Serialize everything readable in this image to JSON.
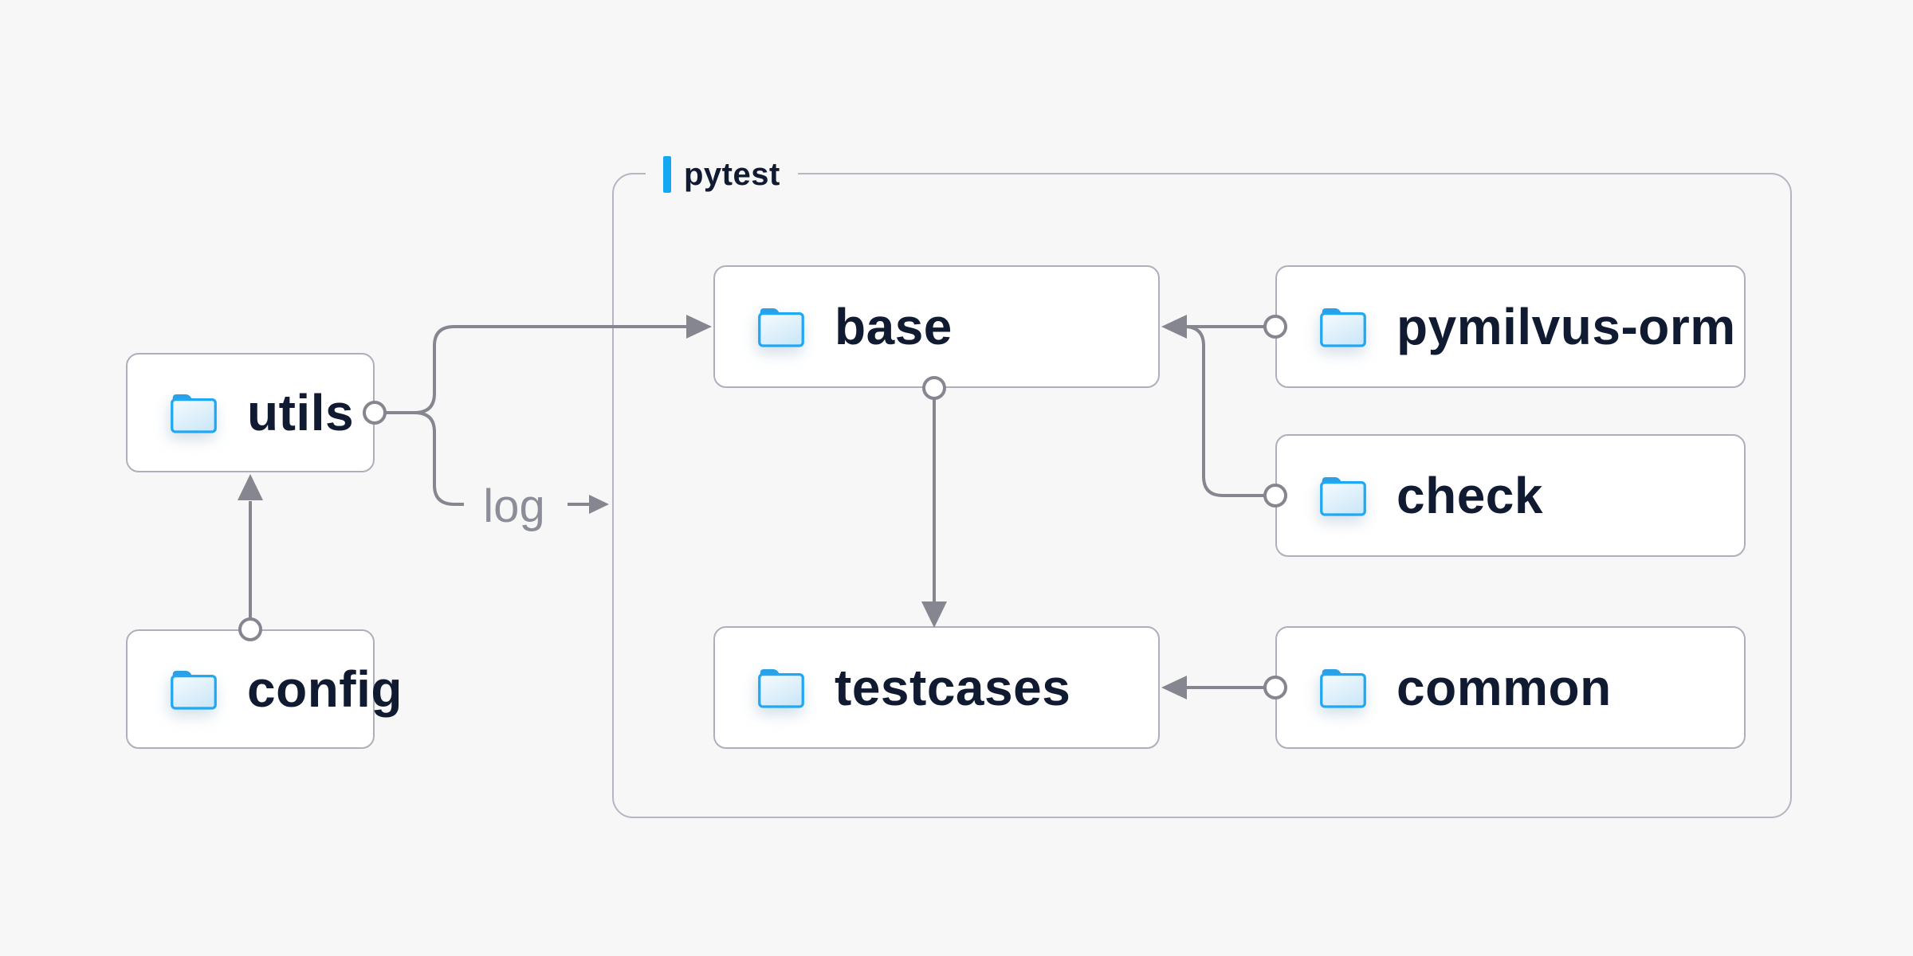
{
  "diagram": {
    "container": {
      "label": "pytest",
      "accent_color": "#14A8F2"
    },
    "edge_label": "log",
    "nodes": [
      {
        "id": "utils",
        "label": "utils",
        "icon": "folder-icon"
      },
      {
        "id": "config",
        "label": "config",
        "icon": "folder-icon"
      },
      {
        "id": "base",
        "label": "base",
        "icon": "folder-icon"
      },
      {
        "id": "pymilvus-orm",
        "label": "pymilvus-orm",
        "icon": "folder-icon"
      },
      {
        "id": "check",
        "label": "check",
        "icon": "folder-icon"
      },
      {
        "id": "testcases",
        "label": "testcases",
        "icon": "folder-icon"
      },
      {
        "id": "common",
        "label": "common",
        "icon": "folder-icon"
      }
    ],
    "edges": [
      {
        "from": "config",
        "to": "utils",
        "style": "arrow"
      },
      {
        "from": "utils",
        "to": "base",
        "style": "arrow"
      },
      {
        "from": "utils",
        "to": "log",
        "style": "labeled-arrow"
      },
      {
        "from": "pymilvus-orm",
        "to": "base",
        "style": "arrow"
      },
      {
        "from": "check",
        "to": "base",
        "style": "arrow"
      },
      {
        "from": "base",
        "to": "testcases",
        "style": "arrow"
      },
      {
        "from": "common",
        "to": "testcases",
        "style": "arrow"
      }
    ],
    "colors": {
      "background": "#F7F7F8",
      "node_fill": "#FFFFFF",
      "node_border": "#AEAFBA",
      "group_border": "#B5B6C1",
      "line": "#85868F",
      "text": "#101A30",
      "muted_text": "#8B8D98",
      "folder_blue": "#21A8F3",
      "folder_tab_blue": "#2CA0E6"
    }
  }
}
